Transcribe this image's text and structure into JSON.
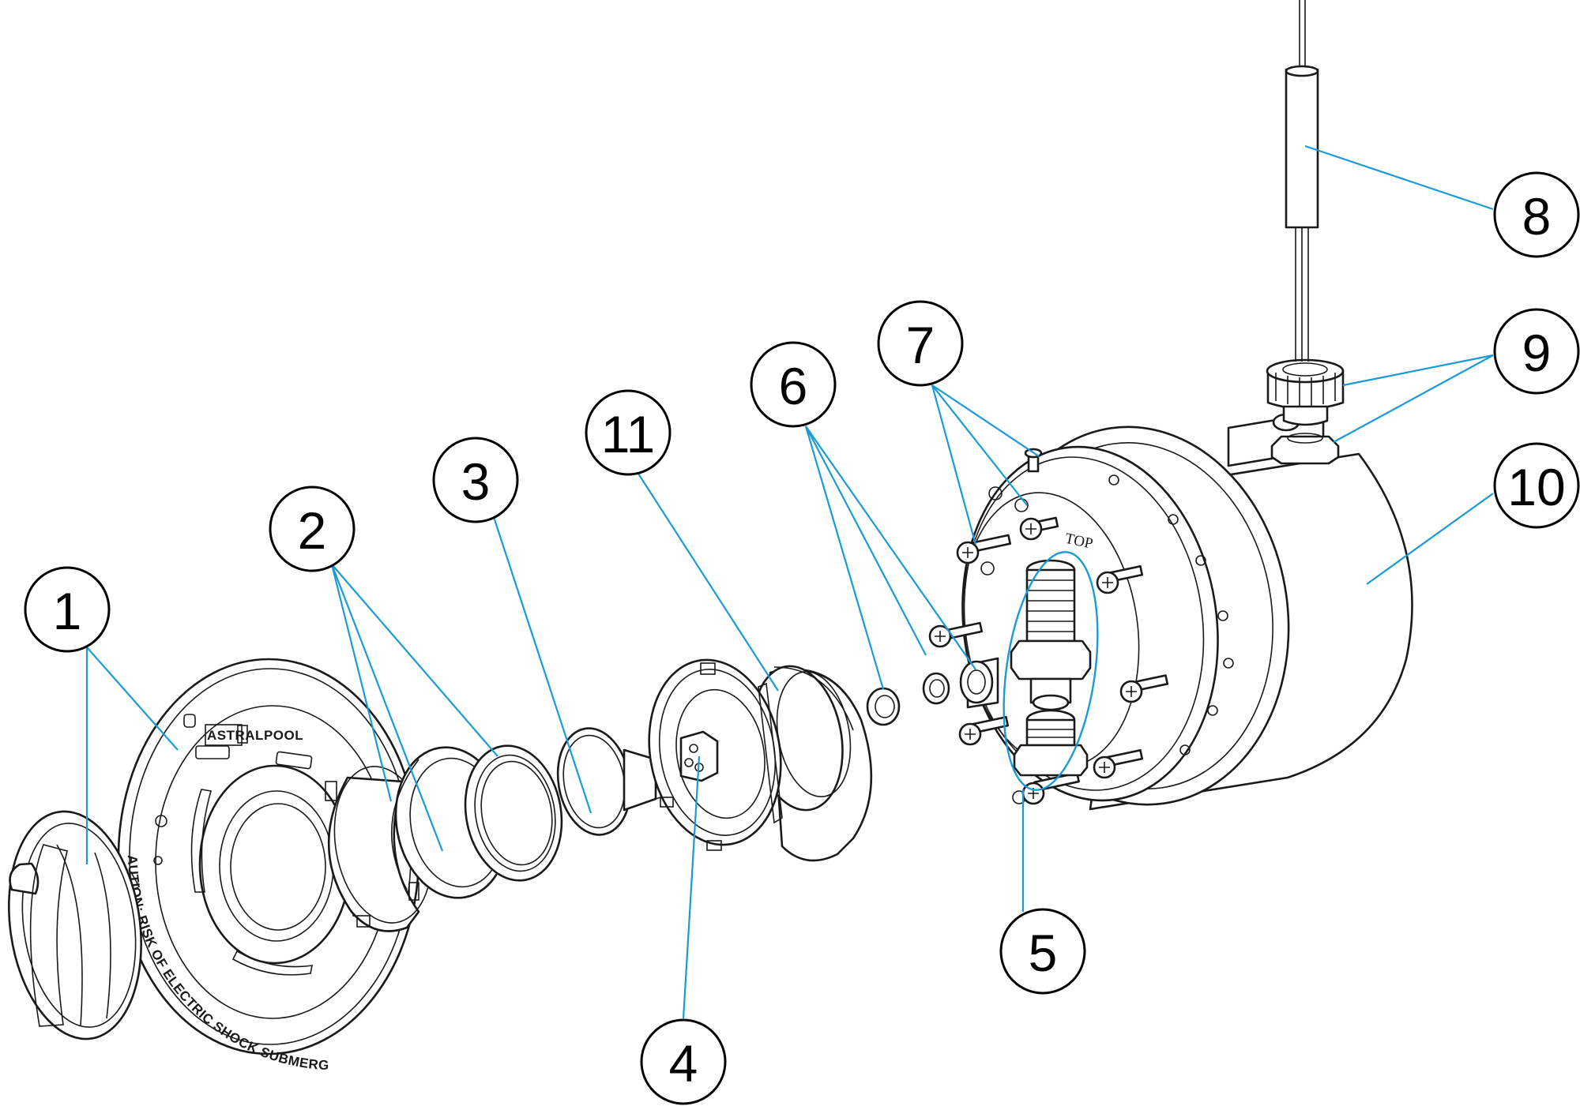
{
  "diagram": {
    "leader_color": "#1a9bd7",
    "line_color": "#1a1a1a",
    "background": "#ffffff",
    "callouts": [
      {
        "id": "1",
        "label": "1"
      },
      {
        "id": "2",
        "label": "2"
      },
      {
        "id": "3",
        "label": "3"
      },
      {
        "id": "4",
        "label": "4"
      },
      {
        "id": "5",
        "label": "5"
      },
      {
        "id": "6",
        "label": "6"
      },
      {
        "id": "7",
        "label": "7"
      },
      {
        "id": "8",
        "label": "8"
      },
      {
        "id": "9",
        "label": "9"
      },
      {
        "id": "10",
        "label": "10"
      },
      {
        "id": "11",
        "label": "11"
      }
    ],
    "texts": {
      "caution": "AUTION: RISK OF ELECTRIC SHOCK SUBMERGE BEFORE LIGHTING",
      "top_mark": "TOP",
      "brand_mark": "ASTRALPOOL"
    }
  }
}
